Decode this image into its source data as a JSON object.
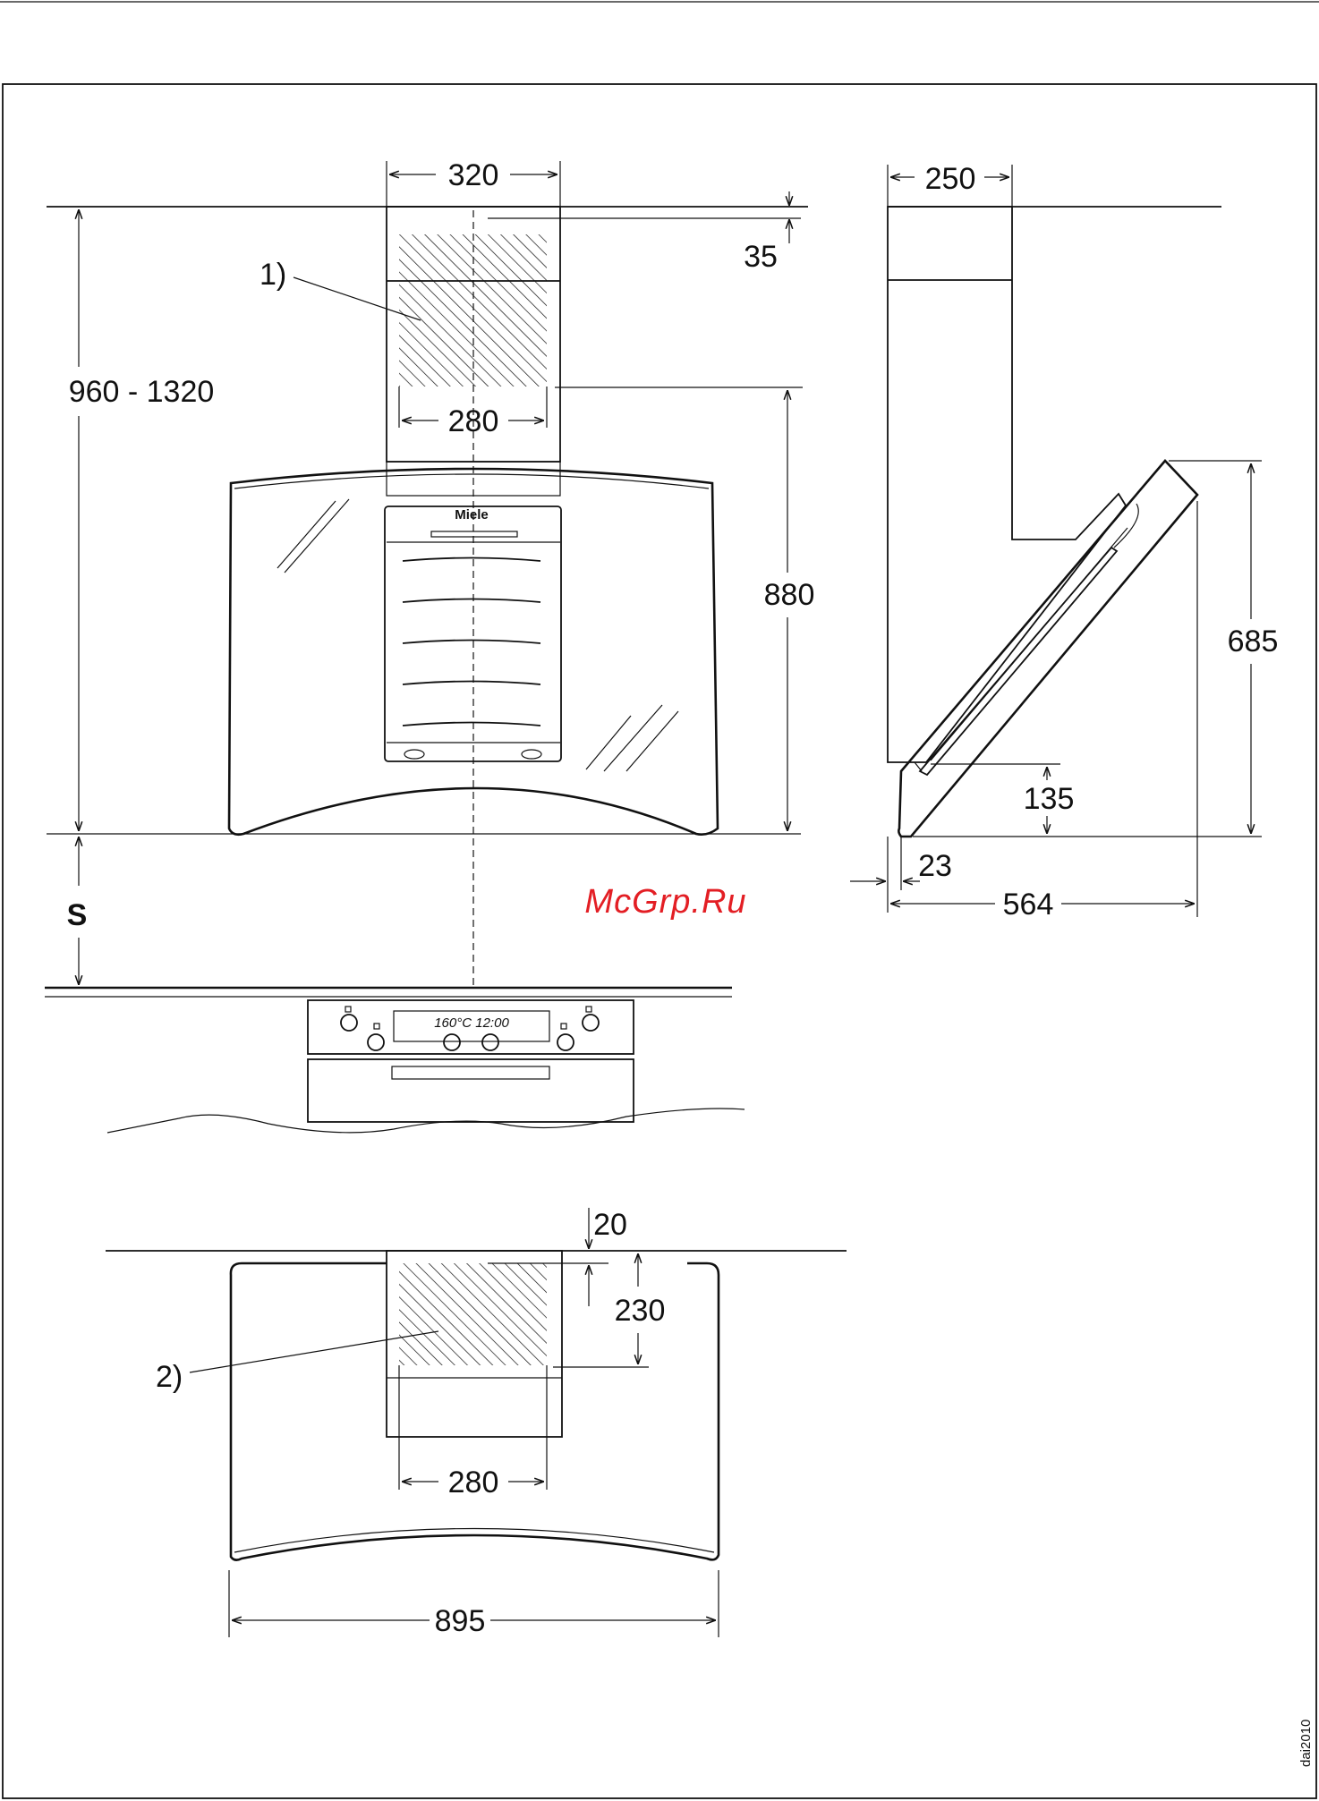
{
  "dimensions": {
    "front_chimney_width": "320",
    "front_min_offset": "35",
    "height_range": "960 - 1320",
    "front_inner_width": "280",
    "front_hood_height": "880",
    "clearance_label": "S",
    "side_depth_top": "250",
    "side_height": "685",
    "side_lip_height": "135",
    "side_lip_thickness": "23",
    "side_total_depth": "564",
    "plan_offset": "20",
    "plan_depth": "230",
    "plan_inner_width": "280",
    "plan_total_width": "895"
  },
  "callouts": {
    "callout_1": "1)",
    "callout_2": "2)"
  },
  "appliance": {
    "hood_brand": "Miele",
    "oven_display": "160°C  12:00"
  },
  "watermark": "McGrp.Ru",
  "code": "dai2010",
  "colors": {
    "line": "#111111",
    "watermark": "#e31e24"
  }
}
